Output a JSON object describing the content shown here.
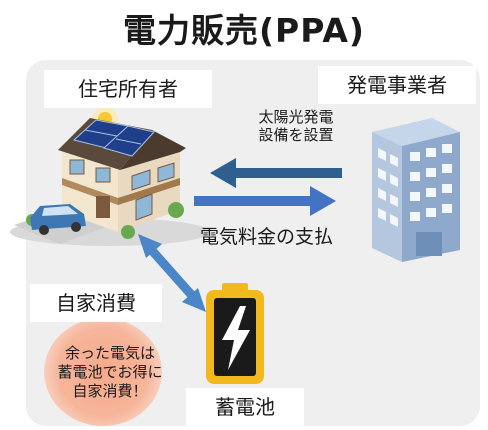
{
  "title": "電力販売(PPA)",
  "owner_label": "住宅所有者",
  "operator_label": "発電事業者",
  "install_text": [
    "太陽光発電",
    "設備を設置"
  ],
  "payment_text": "電気料金の支払",
  "self_consumption_label": "自家消費",
  "surplus_note": [
    "余った電気は",
    "蓄電池でお得に",
    "自家消費！"
  ],
  "battery_label": "蓄電池",
  "colors": {
    "arrow_blue": "#2e5f8e",
    "arrow_light_blue": "#4472c4",
    "battery_body": "#f2b91e",
    "building": "#9ab4d3"
  }
}
